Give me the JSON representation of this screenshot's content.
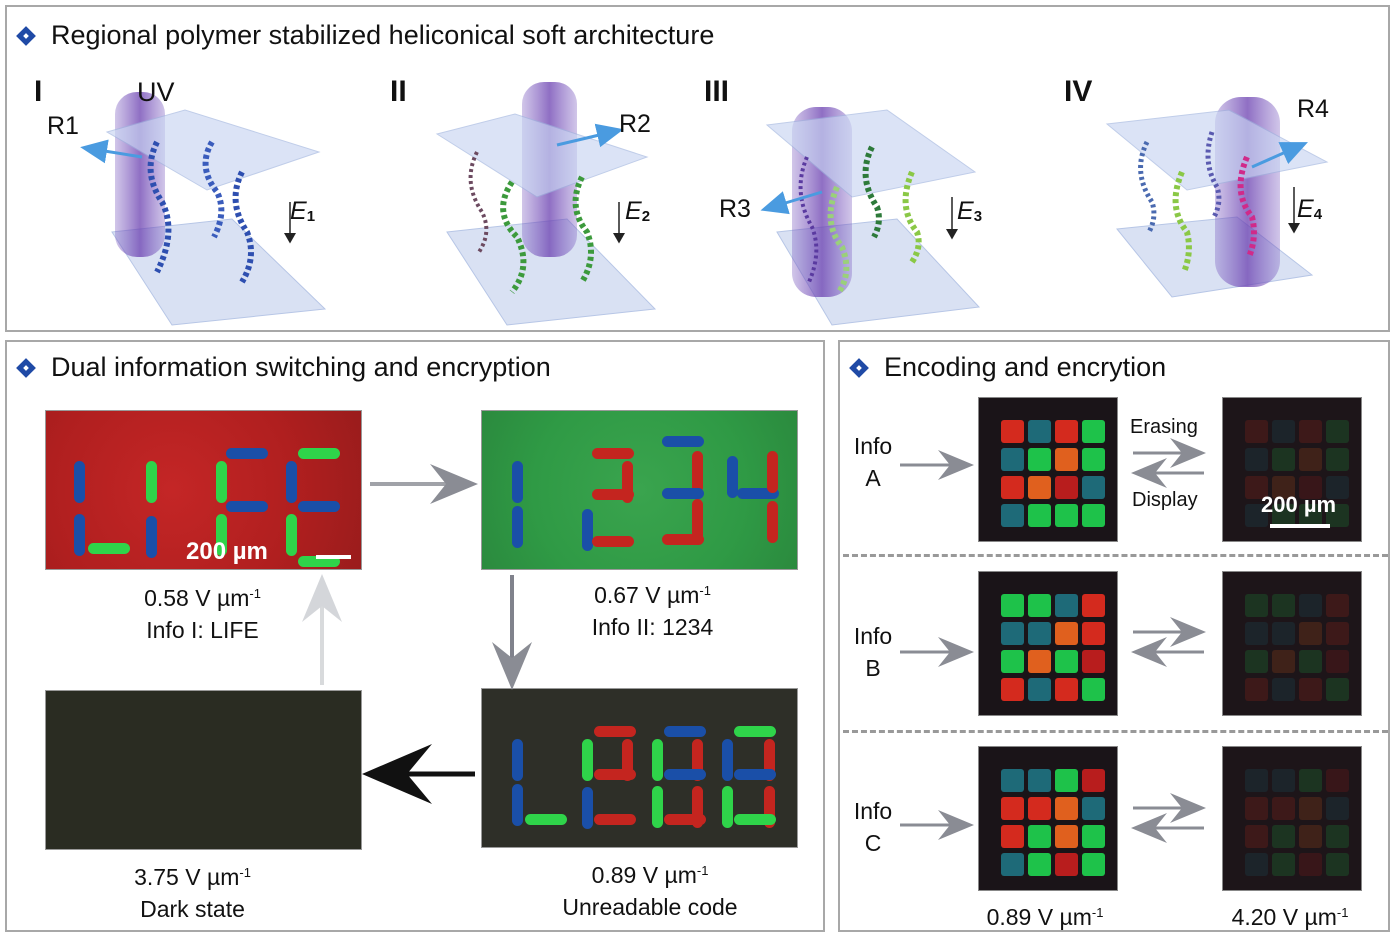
{
  "top_panel": {
    "title": "Regional polymer stabilized heliconical soft architecture",
    "stages": [
      {
        "roman": "I",
        "region": "R1",
        "field": "E",
        "field_sub": "1",
        "uv_label": "UV"
      },
      {
        "roman": "II",
        "region": "R2",
        "field": "E",
        "field_sub": "2"
      },
      {
        "roman": "III",
        "region": "R3",
        "field": "E",
        "field_sub": "3"
      },
      {
        "roman": "IV",
        "region": "R4",
        "field": "E",
        "field_sub": "4"
      }
    ]
  },
  "dual_panel": {
    "title": "Dual information switching and encryption",
    "images": [
      {
        "field_value": "0.58 V µm",
        "field_exp": "-1",
        "caption": "Info I: LIFE",
        "scale": "200 µm"
      },
      {
        "field_value": "0.67 V µm",
        "field_exp": "-1",
        "caption": "Info II: 1234"
      },
      {
        "field_value": "0.89 V µm",
        "field_exp": "-1",
        "caption": "Unreadable code"
      },
      {
        "field_value": "3.75 V µm",
        "field_exp": "-1",
        "caption": "Dark state"
      }
    ]
  },
  "encoding_panel": {
    "title": "Encoding and encrytion",
    "erasing_label": "Erasing",
    "display_label": "Display",
    "scale": "200 µm",
    "rows": [
      {
        "info": "Info",
        "letter": "A",
        "cells": [
          "r",
          "c",
          "r",
          "g",
          "c",
          "g",
          "o",
          "g",
          "r",
          "o",
          "d",
          "c",
          "c",
          "g",
          "g",
          "g"
        ]
      },
      {
        "info": "Info",
        "letter": "B",
        "cells": [
          "g",
          "g",
          "c",
          "r",
          "c",
          "c",
          "o",
          "r",
          "g",
          "o",
          "g",
          "d",
          "r",
          "c",
          "r",
          "g"
        ]
      },
      {
        "info": "Info",
        "letter": "C",
        "cells": [
          "c",
          "c",
          "g",
          "d",
          "r",
          "r",
          "o",
          "c",
          "r",
          "g",
          "o",
          "g",
          "c",
          "g",
          "d",
          "g"
        ]
      }
    ],
    "left_field": "0.89 V µm",
    "right_field": "4.20 V µm",
    "field_exp": "-1"
  },
  "colors": {
    "accent": "#1f4aa6",
    "cell_r": "#d42a1e",
    "cell_d": "#b81d1d",
    "cell_g": "#1ec24a",
    "cell_c": "#1e6a78",
    "cell_o": "#e0601e",
    "seg_blue": "#1a4fa8",
    "seg_green": "#2fd44a",
    "seg_red": "#c4251f"
  }
}
